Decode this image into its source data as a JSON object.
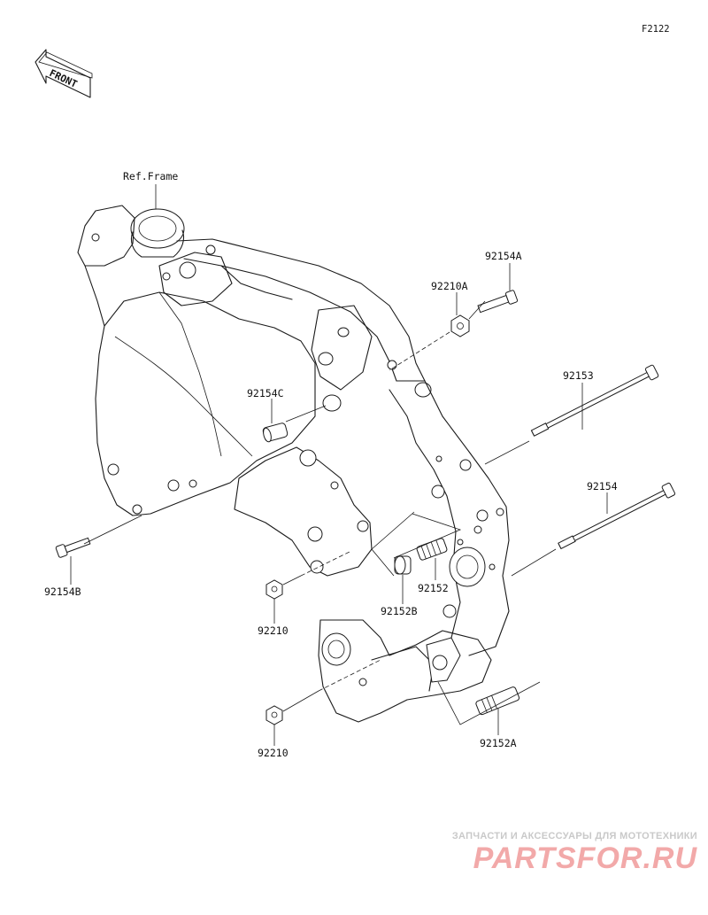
{
  "figure_code": "F2122",
  "front_indicator": "FRONT",
  "ref_frame_label": "Ref.Frame",
  "parts": [
    {
      "id": "92154A",
      "label": "92154A"
    },
    {
      "id": "92210A",
      "label": "92210A"
    },
    {
      "id": "92153",
      "label": "92153"
    },
    {
      "id": "92154C",
      "label": "92154C"
    },
    {
      "id": "92154",
      "label": "92154"
    },
    {
      "id": "92154B",
      "label": "92154B"
    },
    {
      "id": "92210_upper",
      "label": "92210"
    },
    {
      "id": "92152B",
      "label": "92152B"
    },
    {
      "id": "92152",
      "label": "92152"
    },
    {
      "id": "92210_lower",
      "label": "92210"
    },
    {
      "id": "92152A",
      "label": "92152A"
    }
  ],
  "watermark": {
    "tagline": "ЗАПЧАСТИ И АКСЕССУАРЫ ДЛЯ МОТОТЕХНИКИ",
    "logo": "PARTSFOR.RU",
    "color": "#f2a9a9"
  },
  "colors": {
    "line": "#1a1a1a",
    "background": "#ffffff"
  }
}
